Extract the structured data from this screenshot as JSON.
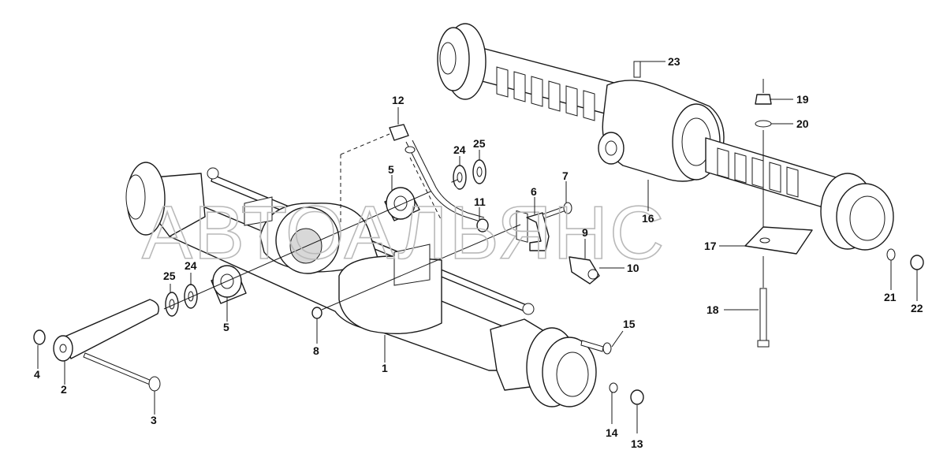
{
  "watermark": "АВТОАЛЬЯНС",
  "callouts": [
    {
      "id": "c1",
      "label": "1"
    },
    {
      "id": "c2",
      "label": "2"
    },
    {
      "id": "c3",
      "label": "3"
    },
    {
      "id": "c4",
      "label": "4"
    },
    {
      "id": "c5a",
      "label": "5"
    },
    {
      "id": "c5b",
      "label": "5"
    },
    {
      "id": "c6",
      "label": "6"
    },
    {
      "id": "c7",
      "label": "7"
    },
    {
      "id": "c8",
      "label": "8"
    },
    {
      "id": "c9",
      "label": "9"
    },
    {
      "id": "c10",
      "label": "10"
    },
    {
      "id": "c11",
      "label": "11"
    },
    {
      "id": "c12",
      "label": "12"
    },
    {
      "id": "c13",
      "label": "13"
    },
    {
      "id": "c14",
      "label": "14"
    },
    {
      "id": "c15",
      "label": "15"
    },
    {
      "id": "c16",
      "label": "16"
    },
    {
      "id": "c17",
      "label": "17"
    },
    {
      "id": "c18",
      "label": "18"
    },
    {
      "id": "c19",
      "label": "19"
    },
    {
      "id": "c20",
      "label": "20"
    },
    {
      "id": "c21",
      "label": "21"
    },
    {
      "id": "c22",
      "label": "22"
    },
    {
      "id": "c23",
      "label": "23"
    },
    {
      "id": "c24a",
      "label": "24"
    },
    {
      "id": "c24b",
      "label": "24"
    },
    {
      "id": "c25a",
      "label": "25"
    },
    {
      "id": "c25b",
      "label": "25"
    }
  ]
}
